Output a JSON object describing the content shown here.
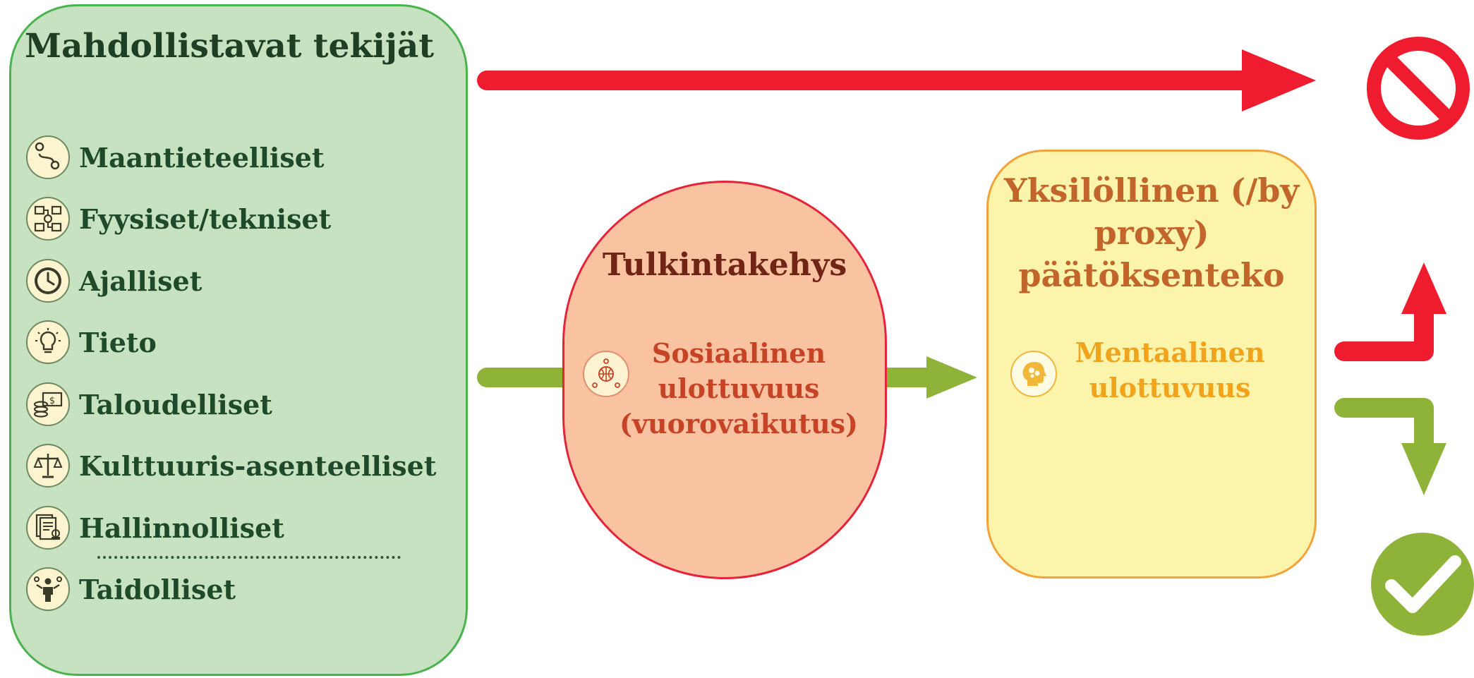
{
  "factors": {
    "title": "Mahdollistavat tekijät",
    "items": [
      {
        "label": "Maantieteelliset",
        "icon": "map-route-icon"
      },
      {
        "label": "Fyysiset/tekniset",
        "icon": "tech-blocks-icon"
      },
      {
        "label": "Ajalliset",
        "icon": "clock-icon"
      },
      {
        "label": "Tieto",
        "icon": "lightbulb-icon"
      },
      {
        "label": "Taloudelliset",
        "icon": "money-coins-icon"
      },
      {
        "label": "Kulttuuris-asenteelliset",
        "icon": "scales-icon"
      },
      {
        "label": "Hallinnolliset",
        "icon": "documents-stamp-icon"
      },
      {
        "label": "Taidolliset",
        "icon": "skilled-person-icon"
      }
    ]
  },
  "frame": {
    "title": "Tulkintakehys",
    "dimension": "Sosiaalinen ulottuvuus (vuorovaikutus)",
    "icon": "social-network-icon"
  },
  "decision": {
    "title": "Yksilöllinen (/by proxy) päätöksenteko",
    "dimension": "Mentaalinen ulottuvuus",
    "icon": "mind-head-icon"
  },
  "colors": {
    "red": "#ee1c2e",
    "green": "#8fb339",
    "factors_fill": "#c7e2c0",
    "frame_fill": "#f9c3a2",
    "decision_fill": "#fbf4aa"
  },
  "outcomes": {
    "blocked_icon": "prohibited-icon",
    "success_icon": "checkmark-icon"
  }
}
